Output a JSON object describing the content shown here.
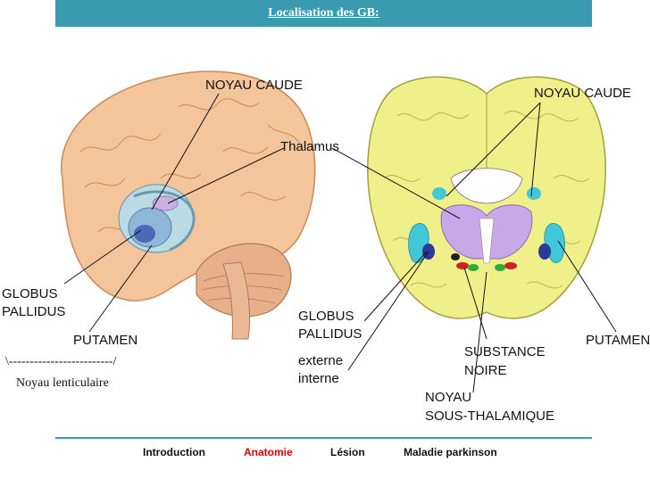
{
  "header": {
    "title": "Localisation des GB:"
  },
  "labels": {
    "noyau_caude_left": "NOYAU CAUDE",
    "thalamus": "Thalamus",
    "noyau_caude_right": "NOYAU CAUDE",
    "globus_left_1": "GLOBUS",
    "globus_left_2": "PALLIDUS",
    "putamen_left": "PUTAMEN",
    "bracket": "\\-------------------------/",
    "noyau_lenticulaire": "Noyau lenticulaire",
    "globus_right_1": "GLOBUS",
    "globus_right_2": "PALLIDUS",
    "externe": "externe",
    "interne": "interne",
    "substance_1": "SUBSTANCE",
    "substance_2": "NOIRE",
    "putamen_right": "PUTAMEN",
    "noyau_sous_1": "NOYAU",
    "noyau_sous_2": "SOUS-THALAMIQUE"
  },
  "nav": [
    {
      "label": "Introduction",
      "active": false
    },
    {
      "label": "Anatomie",
      "active": true
    },
    {
      "label": "Lésion",
      "active": false
    },
    {
      "label": "Maladie parkinson",
      "active": false
    }
  ],
  "colors": {
    "title_bar": "#3a9ab0",
    "brain_lateral": "#f4c49a",
    "cortex_section": "#f0f08a",
    "thalamus": "#c8a8e8",
    "caudate": "#40c8d8",
    "putamen": "#3aa8e0",
    "nav_active": "#dd0000"
  }
}
